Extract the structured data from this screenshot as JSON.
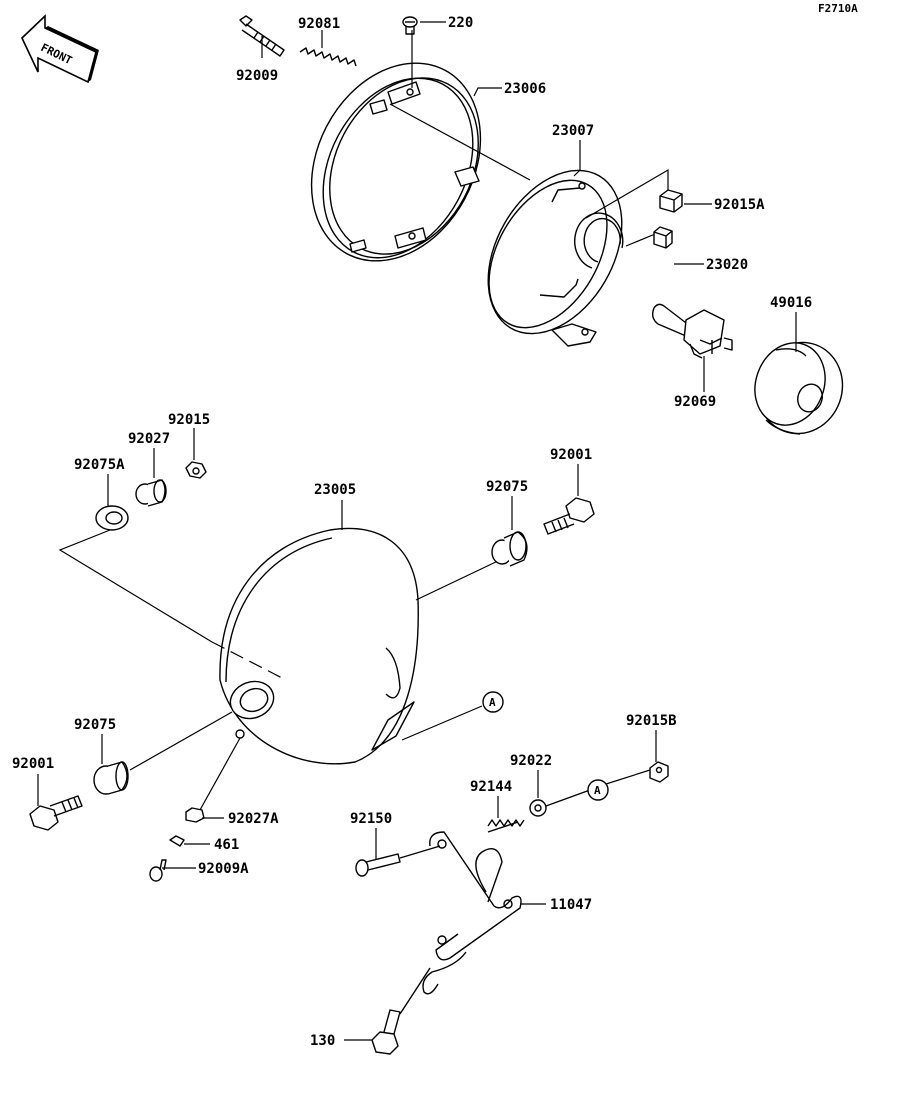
{
  "figure_code": "F2710A",
  "front_arrow_label": "FRONT",
  "parts": [
    {
      "id": "p92009",
      "label": "92009"
    },
    {
      "id": "p92081",
      "label": "92081"
    },
    {
      "id": "p220",
      "label": "220"
    },
    {
      "id": "p23006",
      "label": "23006"
    },
    {
      "id": "p23007",
      "label": "23007"
    },
    {
      "id": "p92015A",
      "label": "92015A"
    },
    {
      "id": "p23020",
      "label": "23020"
    },
    {
      "id": "p49016",
      "label": "49016"
    },
    {
      "id": "p92069",
      "label": "92069"
    },
    {
      "id": "p92015",
      "label": "92015"
    },
    {
      "id": "p92027",
      "label": "92027"
    },
    {
      "id": "p92075A",
      "label": "92075A"
    },
    {
      "id": "p23005",
      "label": "23005"
    },
    {
      "id": "p92001_r",
      "label": "92001"
    },
    {
      "id": "p92075_r",
      "label": "92075"
    },
    {
      "id": "p92075_l",
      "label": "92075"
    },
    {
      "id": "p92001_l",
      "label": "92001"
    },
    {
      "id": "p92027A",
      "label": "92027A"
    },
    {
      "id": "p461",
      "label": "461"
    },
    {
      "id": "p92009A",
      "label": "92009A"
    },
    {
      "id": "p92015B",
      "label": "92015B"
    },
    {
      "id": "p92022",
      "label": "92022"
    },
    {
      "id": "p92144",
      "label": "92144"
    },
    {
      "id": "p92150",
      "label": "92150"
    },
    {
      "id": "p11047",
      "label": "11047"
    },
    {
      "id": "p130",
      "label": "130"
    }
  ],
  "reference_marker": "A"
}
